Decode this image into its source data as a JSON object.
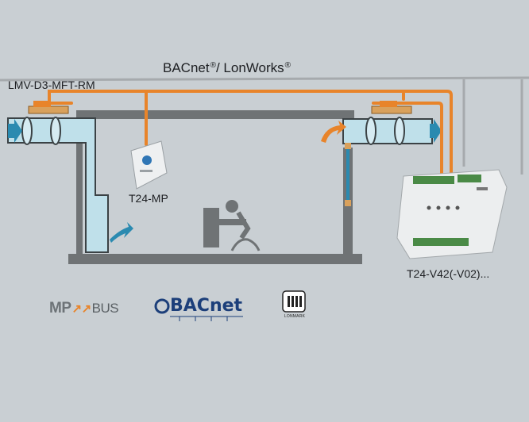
{
  "diagram": {
    "bus_label": "BACnet",
    "bus_label_2": "/ LonWorks",
    "registered": "®",
    "actuator_label": "LMV-D3-MFT-RM",
    "room_unit_label": "T24-MP",
    "controller_label": "T24-V42(-V02)..."
  },
  "logos": {
    "mp_main": "MP",
    "mp_bus": "BUS",
    "mp_symbol": "↗↗",
    "bacnet": "BACnet",
    "lonmark": "LONMARK"
  },
  "colors": {
    "background": "#c9cfd3",
    "cable": "#e8842a",
    "duct": "#bfe0ea",
    "wall": "#6f7375",
    "bus_line": "#a6aaad",
    "airflow_arrow": "#2a8ab0"
  },
  "icons": [
    "mp-bus-logo",
    "bacnet-logo",
    "lonmark-logo",
    "airflow-arrow-icon",
    "person-at-desk-icon"
  ]
}
